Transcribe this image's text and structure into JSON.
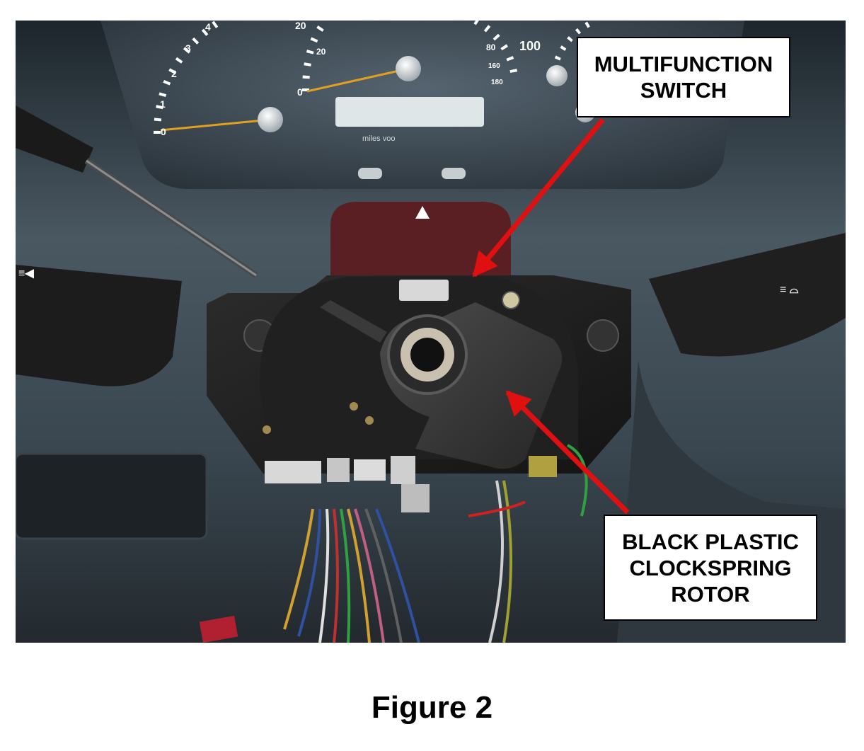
{
  "figure": {
    "caption": "Figure 2",
    "photo_subject": "steering column with multifunction switch and clockspring exposed",
    "callouts": {
      "multifunction_switch": {
        "line1": "MULTIFUNCTION",
        "line2": "SWITCH"
      },
      "clockspring_rotor": {
        "line1": "BLACK PLASTIC",
        "line2": "CLOCKSPRING",
        "line3": "ROTOR"
      }
    },
    "arrow_color": "#e01010",
    "gauge_text": {
      "tach_numbers": [
        "0",
        "1",
        "2",
        "3",
        "4"
      ],
      "speedo_numbers": [
        "0",
        "20",
        "20",
        "80",
        "100",
        "160",
        "180"
      ],
      "odometer_units": "miles   voo"
    }
  }
}
